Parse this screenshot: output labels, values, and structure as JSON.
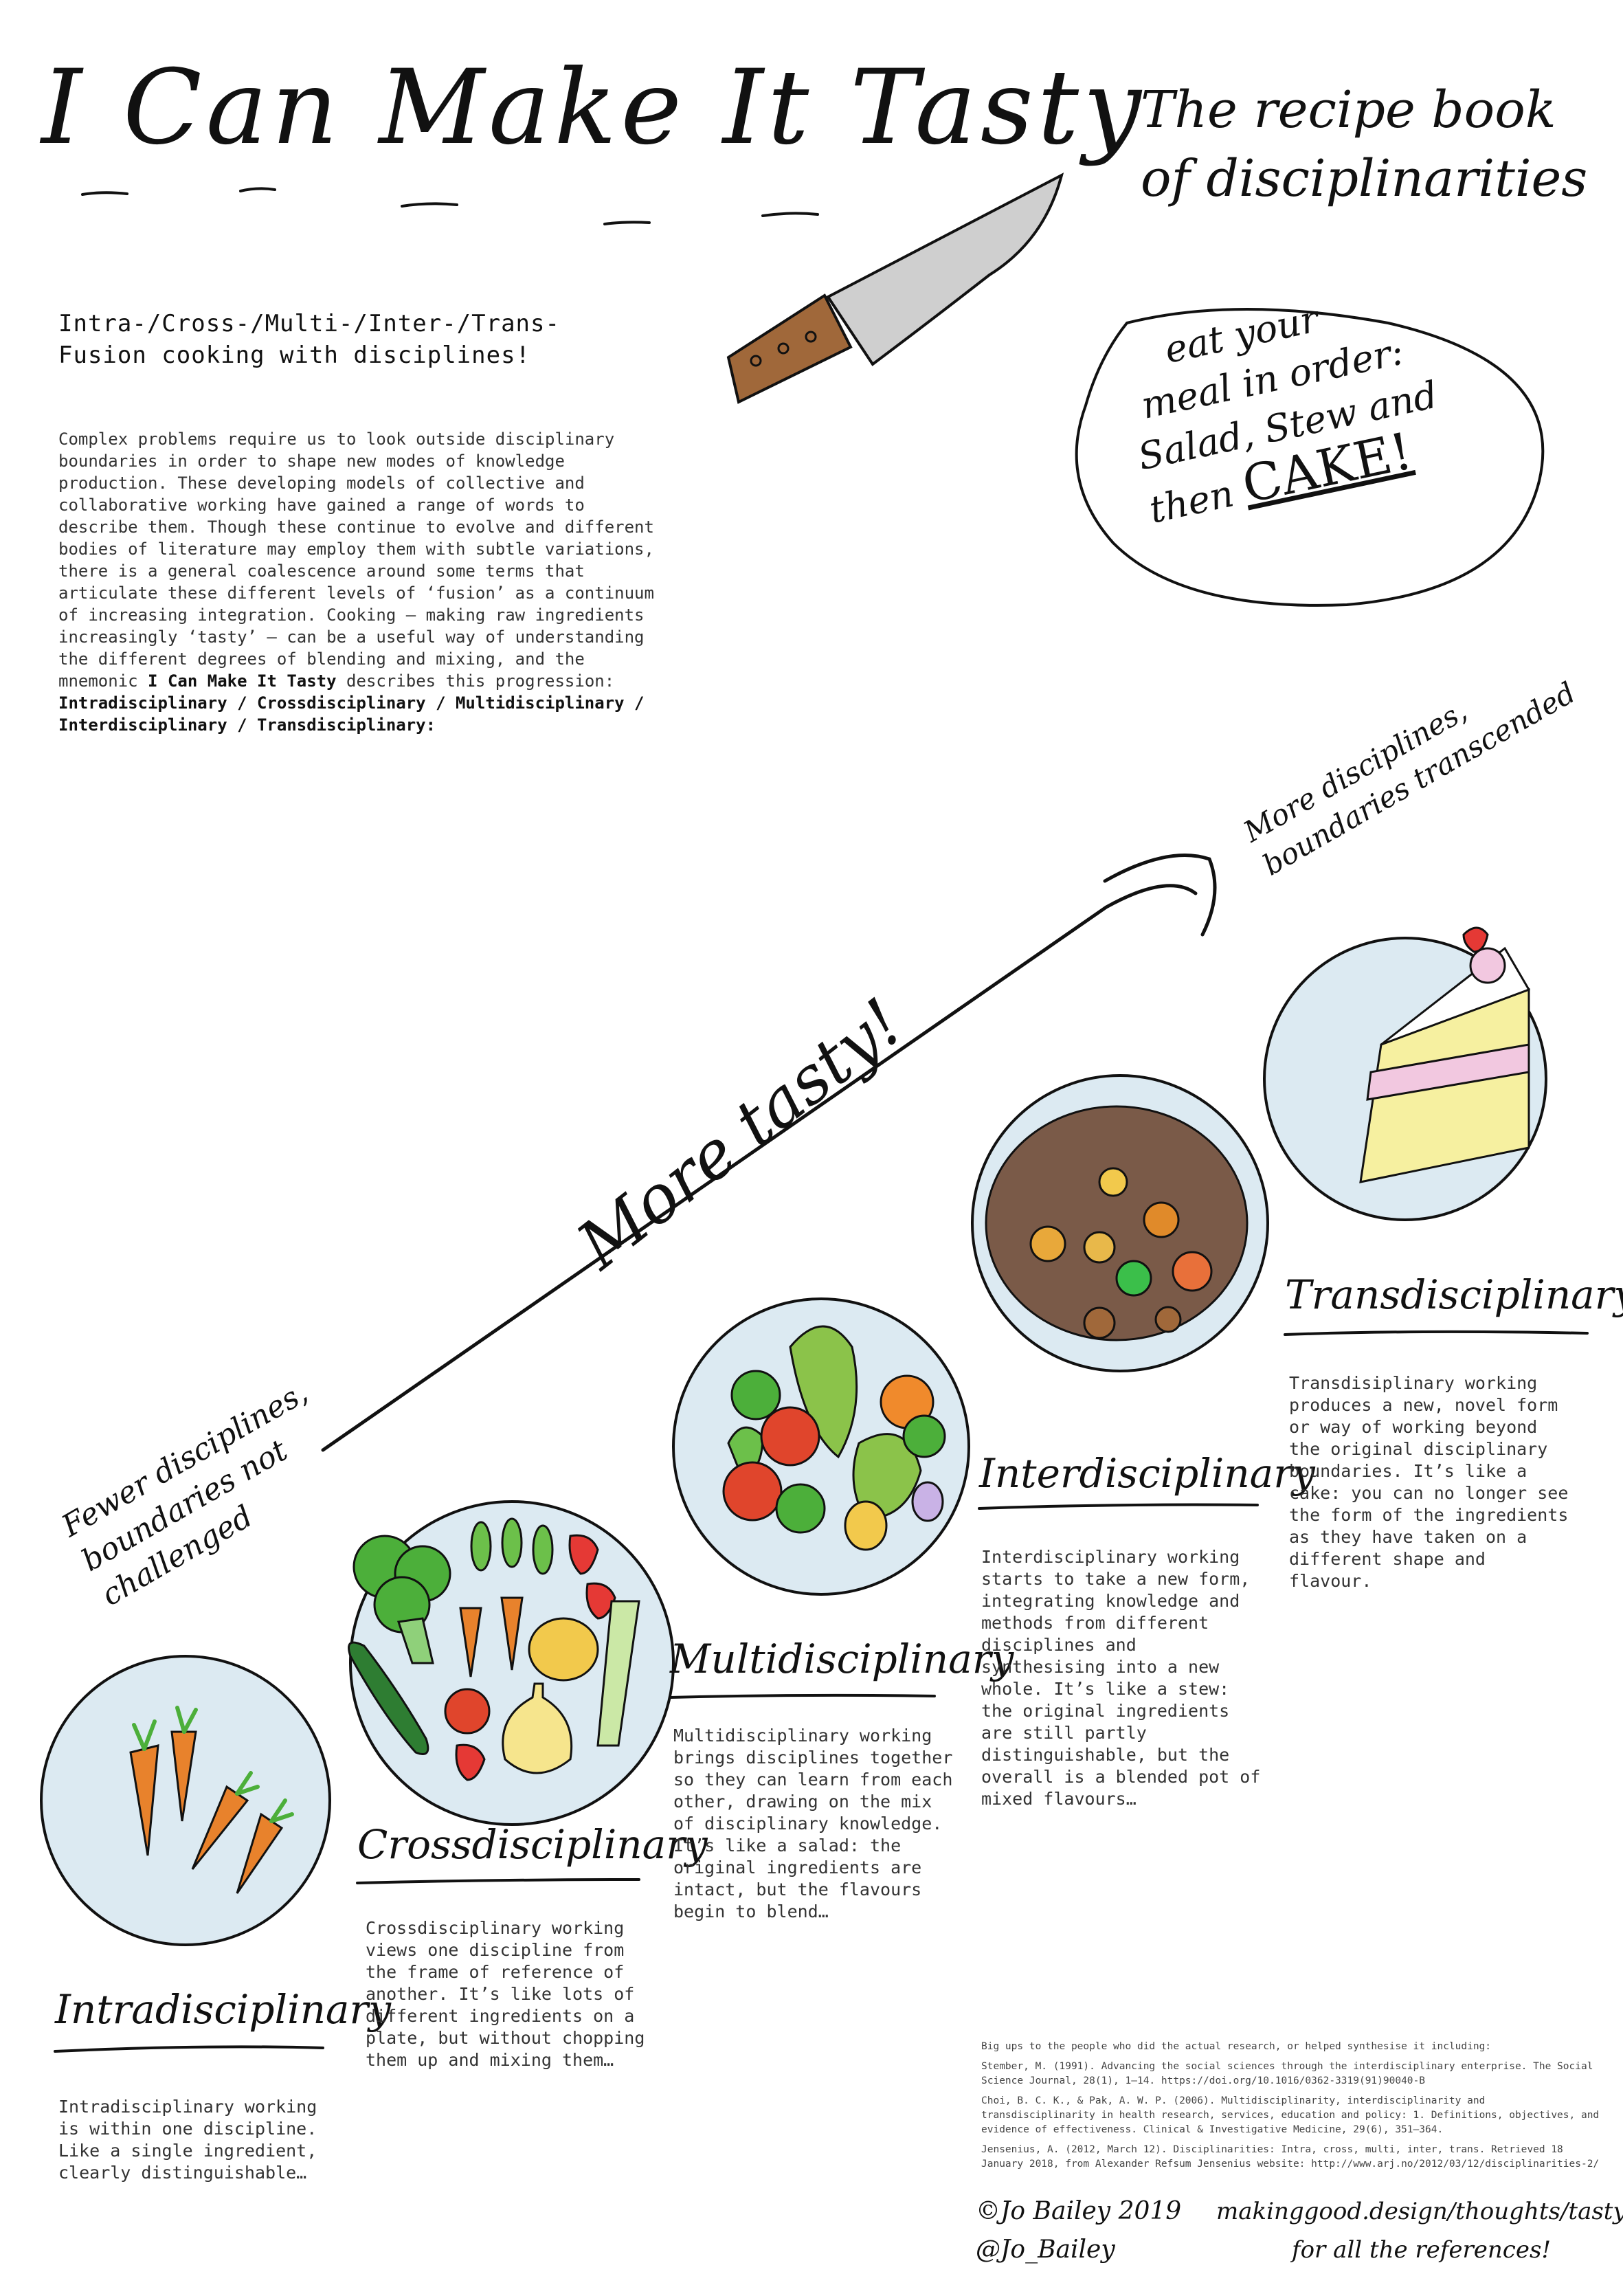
{
  "title": "I Can Make It Tasty",
  "recipe_book": [
    "The recipe book",
    "of disciplinarities"
  ],
  "subtitle": [
    "Intra-/Cross-/Multi-/Inter-/Trans-",
    "Fusion cooking with disciplines!"
  ],
  "intro": {
    "text": "Complex problems require us to look outside disciplinary boundaries in order to shape new modes of knowledge production. These developing models of collective and collaborative working have gained a range of words to describe them. Though these continue to evolve and different bodies of literature may employ them with subtle variations, there is a general coalescence around some terms that articulate these different levels of ‘fusion’ as a continuum of increasing integration. Cooking – making raw ingredients increasingly ‘tasty’ – can be a useful way of understanding the different degrees of blending and mixing, and the mnemonic ",
    "mnemonic": "I Can Make It Tasty",
    "mid": " describes this progression: ",
    "progression": "Intradisciplinary / Crossdisciplinary / Multidisciplinary / Interdisciplinary / Transdisciplinary:"
  },
  "speech_bubble": [
    "eat your",
    "meal in order:",
    "Salad, Stew and",
    "then",
    "CAKE!"
  ],
  "axis": {
    "low": [
      "Fewer disciplines,",
      "boundaries not",
      "challenged"
    ],
    "high": [
      "More disciplines,",
      "boundaries transcended"
    ],
    "middle": "More tasty!"
  },
  "sections": {
    "intra": {
      "title": "Intradisciplinary",
      "desc": "Intradisciplinary working is within one discipline. Like a single ingredient, clearly distinguishable…"
    },
    "cross": {
      "title": "Crossdisciplinary",
      "desc": "Crossdisciplinary working views one discipline from the frame of reference of another. It’s like lots of different ingredients on a plate, but without chopping them up and mixing them…"
    },
    "multi": {
      "title": "Multidisciplinary",
      "desc": "Multidisciplinary working brings disciplines together so they can learn from each other, drawing on the mix of disciplinary knowledge. It’s like a salad: the original ingredients are intact, but the flavours begin to blend…"
    },
    "inter": {
      "title": "Interdisciplinary",
      "desc": "Interdisciplinary working starts to take a new form, integrating knowledge and methods from different disciplines and synthesising into a new whole. It’s like a stew: the original ingredients are still partly distinguishable, but the overall is a blended pot of mixed flavours…"
    },
    "trans": {
      "title": "Transdisciplinary",
      "desc": "Transdisiplinary working produces a new, novel form or way of working beyond the original disciplinary boundaries. It’s like a cake: you can no longer see the form of the ingredients as they have taken on a different shape and flavour."
    }
  },
  "references": {
    "heading": "Big ups to the people who did the actual research, or helped synthesise it including:",
    "items": [
      "Stember, M. (1991). Advancing the social sciences through the interdisciplinary enterprise. The Social Science Journal, 28(1), 1–14. https://doi.org/10.1016/0362-3319(91)90040-B",
      "Choi, B. C. K., & Pak, A. W. P. (2006). Multidisciplinarity, interdisciplinarity and transdisciplinarity in health research, services, education and policy: 1. Definitions, objectives, and evidence of effectiveness. Clinical & Investigative Medicine, 29(6), 351–364.",
      "Jensenius, A. (2012, March 12). Disciplinarities: Intra, cross, multi, inter, trans. Retrieved 18 January 2018, from Alexander Refsum Jensenius website: http://www.arj.no/2012/03/12/disciplinarities-2/"
    ]
  },
  "credits": {
    "copyright": "©Jo Bailey 2019",
    "handle": "@Jo_Bailey",
    "link": [
      "makinggood.design/thoughts/tasty",
      "for all the references!"
    ]
  },
  "colors": {
    "plate": "#dceaf2",
    "carrot": "#e8822c",
    "tomato": "#e0452c",
    "green": "#4caf3a",
    "stew": "#7a5a48",
    "cake_sponge": "#f6f0a0",
    "cake_cream": "#f2c8e0",
    "knife_handle": "#a0683a"
  },
  "icons": [
    "knife-icon",
    "carrot-icon",
    "broccoli-icon",
    "cucumber-icon",
    "tomato-icon",
    "strawberry-icon",
    "pea-pod-icon",
    "potato-icon",
    "onion-icon",
    "leek-icon",
    "lettuce-icon",
    "stew-bowl-icon",
    "cake-slice-icon",
    "arrow-icon",
    "speech-bubble-icon"
  ]
}
